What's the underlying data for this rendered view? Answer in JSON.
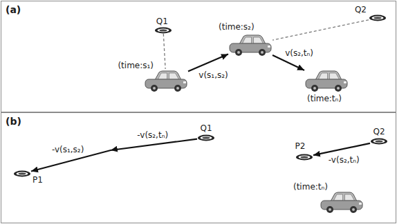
{
  "diagram": {
    "nodes": [
      {
        "text": [
          "(a)"
        ]
      },
      {
        "text": [
          "Q1"
        ],
        "in": 0
      },
      {
        "text": [
          "Q2"
        ],
        "in": 0
      },
      {
        "text": [
          "(time:s₁)"
        ],
        "in": 0
      },
      {
        "text": [
          "(time:s₂)"
        ],
        "in": 0
      },
      {
        "text": [
          "(time:tₙ)"
        ],
        "in": 0
      },
      {
        "text": [
          "(b)"
        ]
      },
      {
        "text": [
          "Q1"
        ],
        "in": 6
      },
      {
        "text": [
          "P1"
        ],
        "in": 6
      },
      {
        "text": [
          "Q2"
        ],
        "in": 6
      },
      {
        "text": [
          "P2"
        ],
        "in": 6
      },
      {
        "text": [
          "(time:tₙ)"
        ],
        "in": 6
      }
    ],
    "edges": [
      {
        "from": 1,
        "to": 3,
        "arrow": "none"
      },
      {
        "from": 2,
        "to": 4,
        "arrow": "none"
      },
      {
        "from": 3,
        "to": 4,
        "arrow": "to",
        "label": "v(s₁,s₂)"
      },
      {
        "from": 4,
        "to": 5,
        "arrow": "to",
        "label": "v(s₂,tₙ)"
      },
      {
        "from": 7,
        "to": 8,
        "arrow": "to"
      },
      {
        "from": 9,
        "to": 10,
        "arrow": "to",
        "label": "-v(s₂,tₙ)"
      }
    ],
    "labels": [
      "-v(s₂,tₙ)",
      "-v(s₁,s₂)"
    ]
  }
}
